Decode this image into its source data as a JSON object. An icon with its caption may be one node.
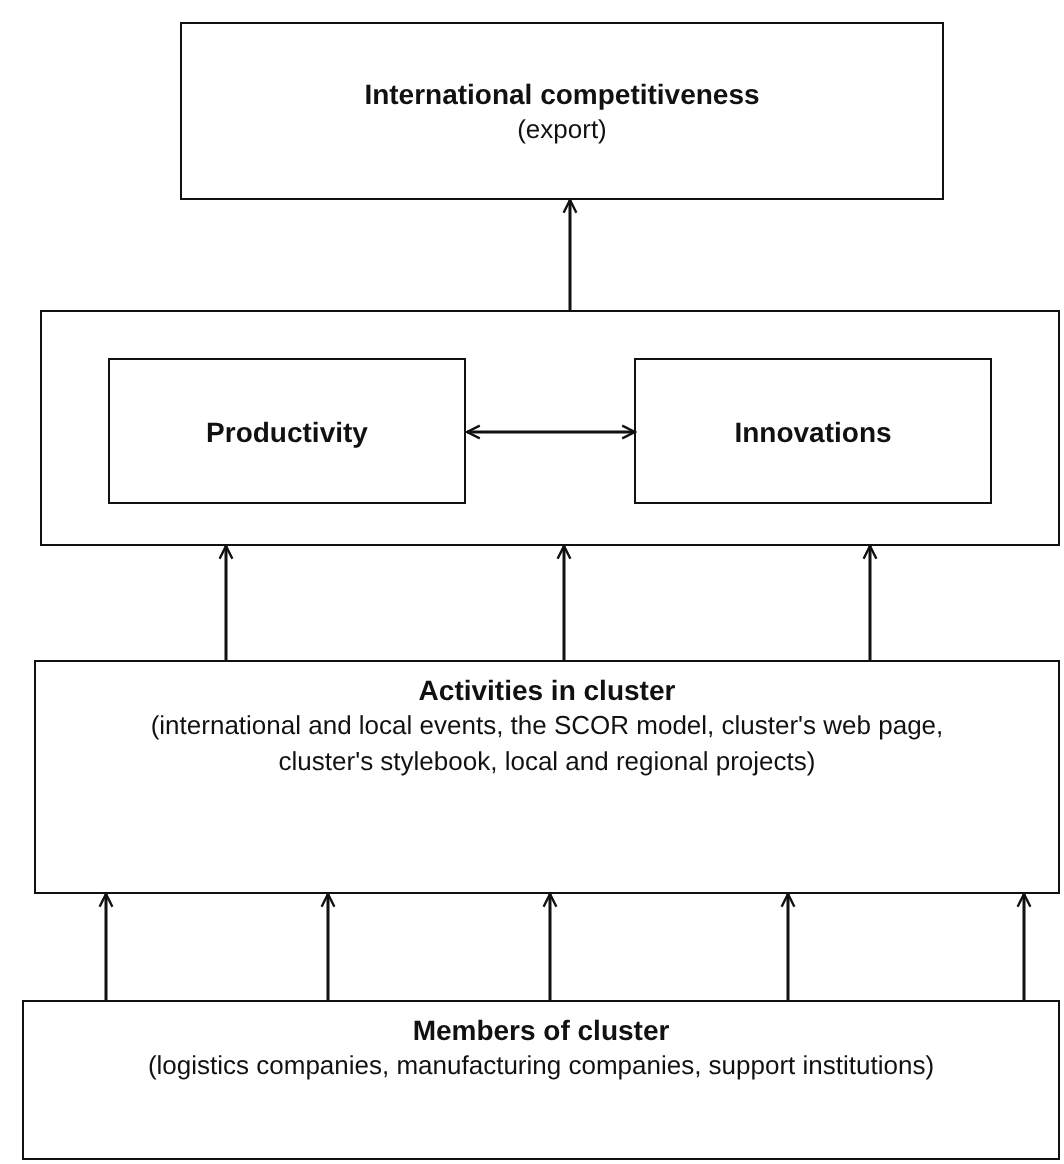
{
  "diagram": {
    "nodes": [
      {
        "text": [
          "International competitiveness",
          "(export)"
        ]
      },
      {
        "text": [],
        "shape": "box"
      },
      {
        "text": [
          "Productivity"
        ],
        "in": 1
      },
      {
        "text": [
          "Innovations"
        ],
        "in": 1
      },
      {
        "text": [
          "Activities in cluster",
          "(international and local events, the SCOR model, cluster's web page, cluster's stylebook, local and regional projects)"
        ]
      },
      {
        "text": [
          "Members of cluster",
          "(logistics companies, manufacturing companies, support institutions)"
        ]
      }
    ],
    "edges": [
      {
        "from": 1,
        "to": 0,
        "arrow": "to"
      },
      {
        "from": 2,
        "to": 3,
        "arrow": "both"
      },
      {
        "from": 4,
        "to": 1,
        "arrow": "to"
      },
      {
        "from": 4,
        "to": 1,
        "arrow": "to"
      },
      {
        "from": 4,
        "to": 1,
        "arrow": "to"
      },
      {
        "from": 5,
        "to": 4,
        "arrow": "to"
      },
      {
        "from": 5,
        "to": 4,
        "arrow": "to"
      },
      {
        "from": 5,
        "to": 4,
        "arrow": "to"
      },
      {
        "from": 5,
        "to": 4,
        "arrow": "to"
      },
      {
        "from": 5,
        "to": 4,
        "arrow": "to"
      }
    ]
  }
}
